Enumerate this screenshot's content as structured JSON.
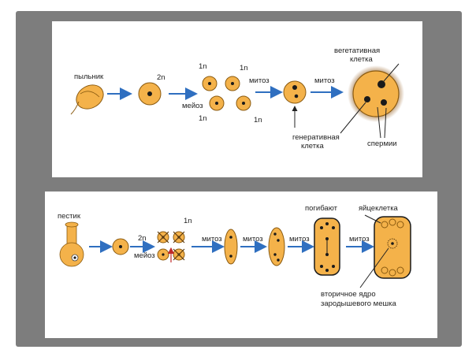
{
  "top": {
    "anther": "пыльник",
    "ploidy_2n": "2n",
    "meiosis": "мейоз",
    "ploidy_1n_a": "1n",
    "ploidy_1n_b": "1n",
    "ploidy_1n_c": "1n",
    "ploidy_1n_d": "1n",
    "mitosis_1": "митоз",
    "mitosis_2": "митоз",
    "vegetative_1": "вегетативная",
    "vegetative_2": "клетка",
    "generative_1": "генеративная",
    "generative_2": "клетка",
    "sperm": "спермии"
  },
  "bottom": {
    "pistil": "пестик",
    "ploidy_2n": "2n",
    "meiosis": "мейоз",
    "ploidy_1n": "1n",
    "mitosis_1": "митоз",
    "mitosis_2": "митоз",
    "mitosis_3": "митоз",
    "mitosis_4": "митоз",
    "perish": "погибают",
    "egg_cell": "яйцеклетка",
    "secondary_1": "вторичное ядро",
    "secondary_2": "зародышевого мешка"
  },
  "colors": {
    "cell_fill": "#f4b24a",
    "cell_stroke": "#8a5a10",
    "arrow": "#2f6fc0",
    "nucleus": "#1a1a1a",
    "halo": "#a0703a"
  }
}
